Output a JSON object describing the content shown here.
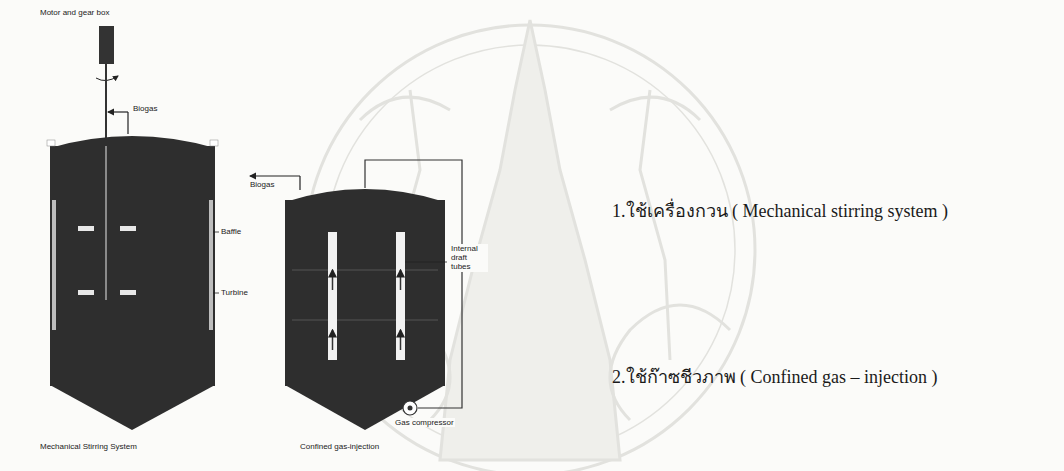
{
  "diagram": {
    "labels": [
      "Motor and gear box",
      "Biogas",
      "Baffle",
      "Turbine",
      "Mechanical Stirring System",
      "Biogas",
      "Internal draft tubes",
      "Gas compressor",
      "Confined gas-injection",
      "1.ใช้เครื่องกวน ( Mechanical stirring system )",
      "2.ใช้ก๊าซชีวภาพ ( Confined gas – injection )"
    ]
  }
}
